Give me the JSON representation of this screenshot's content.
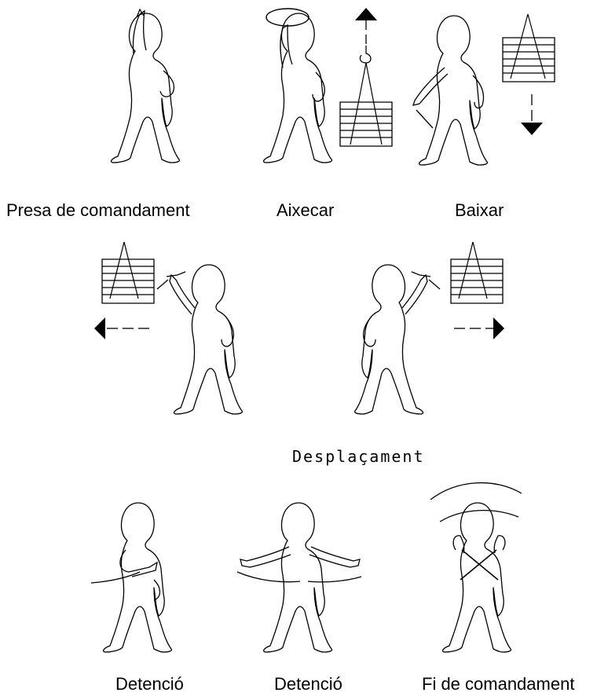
{
  "colors": {
    "ink": "#000000",
    "paper": "#ffffff"
  },
  "signals": {
    "presa_de_comandament": "Presa de comandament",
    "aixecar": "Aixecar",
    "baixar": "Baixar",
    "desplacament": "Desplaçament",
    "detencio_1": "Detenció",
    "detencio_2": "Detenció",
    "fi_de_comandament": "Fi de comandament"
  }
}
